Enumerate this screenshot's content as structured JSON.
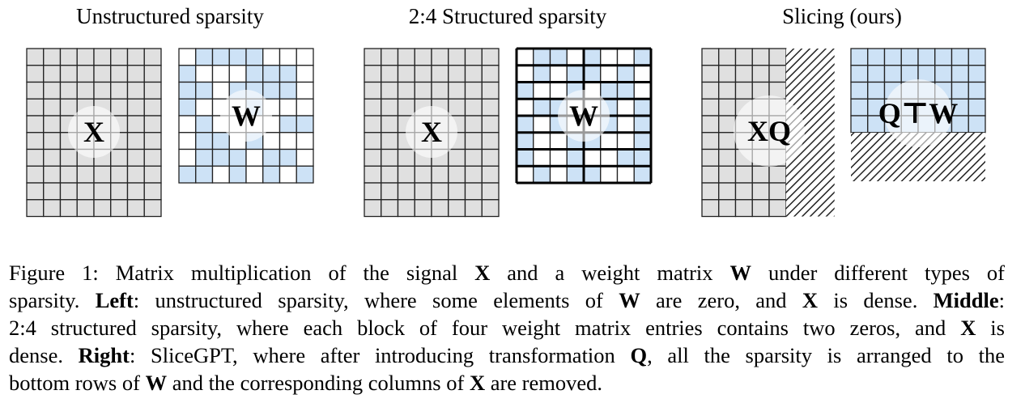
{
  "titles": [
    "Unstructured sparsity",
    "2:4 Structured sparsity",
    "Slicing (ours)"
  ],
  "labels": {
    "x1": "X",
    "w1": "W",
    "x2": "X",
    "w2": "W",
    "xq": "XQ",
    "qtw": "Q⊤W"
  },
  "colors": {
    "dense": "#e0e0e0",
    "nonzero": "#cde2f6",
    "zero": "#ffffff",
    "grid": "#222222"
  },
  "unstructured_w": [
    [
      0,
      1,
      1,
      1,
      1,
      0,
      0,
      0
    ],
    [
      1,
      0,
      0,
      0,
      1,
      1,
      1,
      0
    ],
    [
      1,
      1,
      0,
      1,
      1,
      1,
      1,
      0
    ],
    [
      1,
      0,
      0,
      0,
      1,
      0,
      0,
      0
    ],
    [
      0,
      1,
      0,
      0,
      0,
      0,
      1,
      1
    ],
    [
      0,
      1,
      1,
      0,
      1,
      0,
      0,
      0
    ],
    [
      0,
      1,
      1,
      1,
      0,
      1,
      1,
      0
    ],
    [
      1,
      1,
      0,
      1,
      0,
      1,
      0,
      1
    ]
  ],
  "structured_w": [
    [
      0,
      1,
      1,
      0,
      1,
      0,
      0,
      1
    ],
    [
      0,
      1,
      0,
      1,
      1,
      0,
      1,
      0
    ],
    [
      1,
      0,
      0,
      1,
      0,
      1,
      1,
      0
    ],
    [
      0,
      1,
      1,
      0,
      0,
      1,
      0,
      1
    ],
    [
      1,
      0,
      1,
      0,
      0,
      1,
      0,
      1
    ],
    [
      1,
      0,
      0,
      1,
      1,
      0,
      0,
      1
    ],
    [
      1,
      0,
      0,
      1,
      0,
      0,
      1,
      1
    ],
    [
      0,
      1,
      0,
      1,
      1,
      0,
      0,
      1
    ]
  ],
  "caption": {
    "lines": [
      [
        {
          "t": "Figure 1:  Matrix multiplication of the signal "
        },
        {
          "t": "X",
          "b": true
        },
        {
          "t": " and a weight matrix "
        },
        {
          "t": "W",
          "b": true
        },
        {
          "t": " under different types of"
        }
      ],
      [
        {
          "t": "sparsity. "
        },
        {
          "t": "Left",
          "b": true
        },
        {
          "t": ": unstructured sparsity, where some elements of "
        },
        {
          "t": "W",
          "b": true
        },
        {
          "t": " are zero, and "
        },
        {
          "t": "X",
          "b": true
        },
        {
          "t": " is dense. "
        },
        {
          "t": "Middle",
          "b": true
        },
        {
          "t": ":"
        }
      ],
      [
        {
          "t": "2:4 structured sparsity, where each block of four weight matrix entries contains two zeros, and "
        },
        {
          "t": "X",
          "b": true
        },
        {
          "t": " is"
        }
      ],
      [
        {
          "t": "dense. "
        },
        {
          "t": "Right",
          "b": true
        },
        {
          "t": ": SliceGPT, where after introducing transformation "
        },
        {
          "t": "Q",
          "b": true
        },
        {
          "t": ", all the sparsity is arranged to the"
        }
      ],
      [
        {
          "t": "bottom rows of "
        },
        {
          "t": "W",
          "b": true
        },
        {
          "t": " and the corresponding columns of "
        },
        {
          "t": "X",
          "b": true
        },
        {
          "t": " are removed."
        }
      ]
    ]
  }
}
